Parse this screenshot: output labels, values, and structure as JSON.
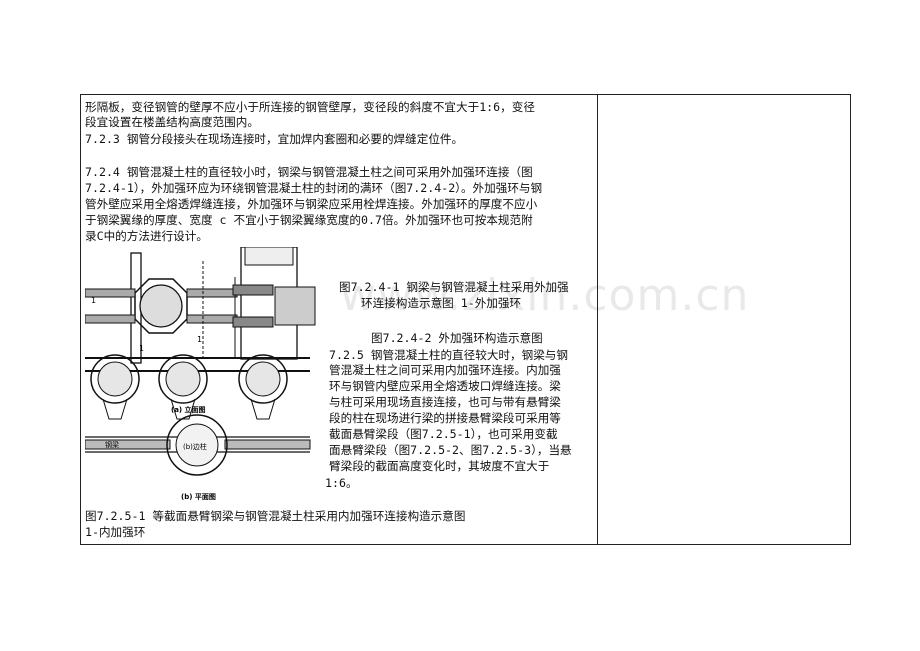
{
  "watermark": "www.zixin.com.cn",
  "lines_top": [
    "形隔板，变径钢管的壁厚不应小于所连接的钢管壁厚，变径段的斜度不宜大于1:6，变径",
    "段宜设置在楼盖结构高度范围内。",
    "7.2.3 钢管分段接头在现场连接时，宜加焊内套圈和必要的焊缝定位件。",
    "",
    "7.2.4 钢管混凝土柱的直径较小时，钢梁与钢管混凝土柱之间可采用外加强环连接（图",
    "7.2.4-1），外加强环应为环绕钢管混凝土柱的封闭的满环（图7.2.4-2）。外加强环与钢",
    "管外壁应采用全熔透焊缝连接，外加强环与钢梁应采用栓焊连接。外加强环的厚度不应小",
    "于钢梁翼缘的厚度、宽度 c 不宜小于钢梁翼缘宽度的0.7倍。外加强环也可按本规范附",
    "录C中的方法进行设计。"
  ],
  "fig_caption_1": [
    "图7.2.4-1 钢梁与钢管混凝土柱采用外加强",
    "环连接构造示意图 1-外加强环"
  ],
  "fig_caption_2": "图7.2.4-2 外加强环构造示意图",
  "lines_right": [
    "7.2.5 钢管混凝土柱的直径较大时，钢梁与钢",
    "管混凝土柱之间可采用内加强环连接。内加强",
    "环与钢管内壁应采用全熔透坡口焊缝连接。梁",
    "与柱可采用现场直接连接，也可与带有悬臂梁",
    "段的柱在现场进行梁的拼接悬臂梁段可采用等",
    "截面悬臂梁段（图7.2.5-1），也可采用变截",
    "面悬臂梁段（图7.2.5-2、图7.2.5-3），当悬",
    "臂梁段的截面高度变化时，其坡度不宜大于",
    "1:6。"
  ],
  "lines_bottom": [
    "图7.2.5-1 等截面悬臂钢梁与钢管混凝土柱采用内加强环连接构造示意图",
    "1-内加强环"
  ],
  "figure_labels": {
    "a": "(a) 立面图",
    "b": "(b) 平面图",
    "steel_column": "(b)边柱",
    "one": "1",
    "beam": "钢梁"
  }
}
